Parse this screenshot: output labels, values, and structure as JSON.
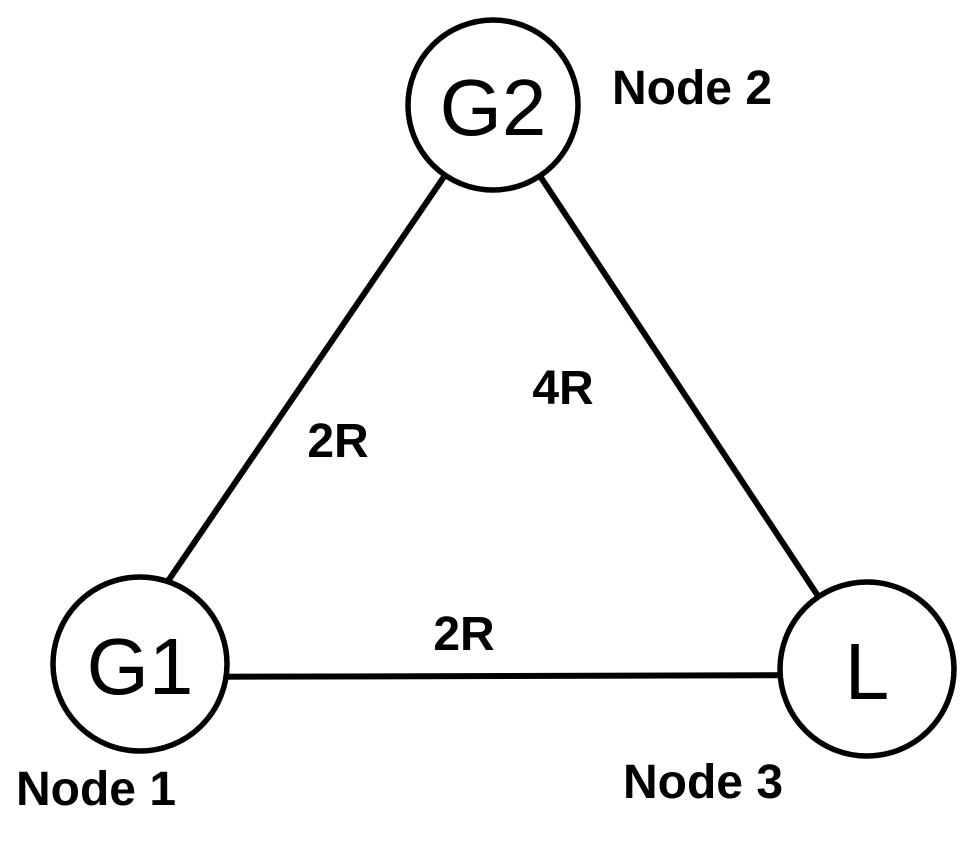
{
  "diagram": {
    "nodes": [
      {
        "label": "G1",
        "name": "Node 1"
      },
      {
        "label": "G2",
        "name": "Node 2"
      },
      {
        "label": "L",
        "name": "Node 3"
      }
    ],
    "edges": [
      {
        "from": "Node 1",
        "to": "Node 2",
        "label": "2R"
      },
      {
        "from": "Node 2",
        "to": "Node 3",
        "label": "4R"
      },
      {
        "from": "Node 1",
        "to": "Node 3",
        "label": "2R"
      }
    ],
    "colors": {
      "stroke": "#000000",
      "node_fill": "#ffffff",
      "background": "#ffffff"
    }
  }
}
